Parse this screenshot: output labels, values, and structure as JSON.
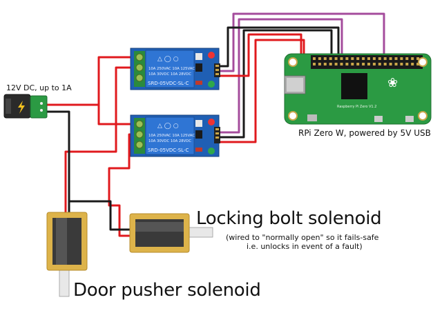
{
  "labels": {
    "power": "12V DC, up to 1A",
    "rpi": "RPi Zero W, powered by 5V USB",
    "bolt_title": "Locking bolt solenoid",
    "bolt_note_line1": "(wired to \"normally open\" so it fails-safe",
    "bolt_note_line2": "i.e. unlocks in event of a fault)",
    "door_title": "Door pusher solenoid"
  },
  "board": {
    "silkscreen": "Raspberry Pi Zero V1.2"
  },
  "relays": [
    {
      "model": "SRD-05VDC-SL-C",
      "rating1": "10A 250VAC  10A 125VAC",
      "rating2": "10A 30VDC   10A 28VDC"
    },
    {
      "model": "SRD-05VDC-SL-C",
      "rating1": "10A 250VAC  10A 125VAC",
      "rating2": "10A 30VDC   10A 28VDC"
    }
  ],
  "colors": {
    "wire_red": "#e0191d",
    "wire_black": "#1a1a1a",
    "wire_purple": "#a44c9c",
    "relay_blue": "#1f5fb4",
    "board_green": "#2b9a43",
    "solenoid_gold": "#ddb34a"
  }
}
